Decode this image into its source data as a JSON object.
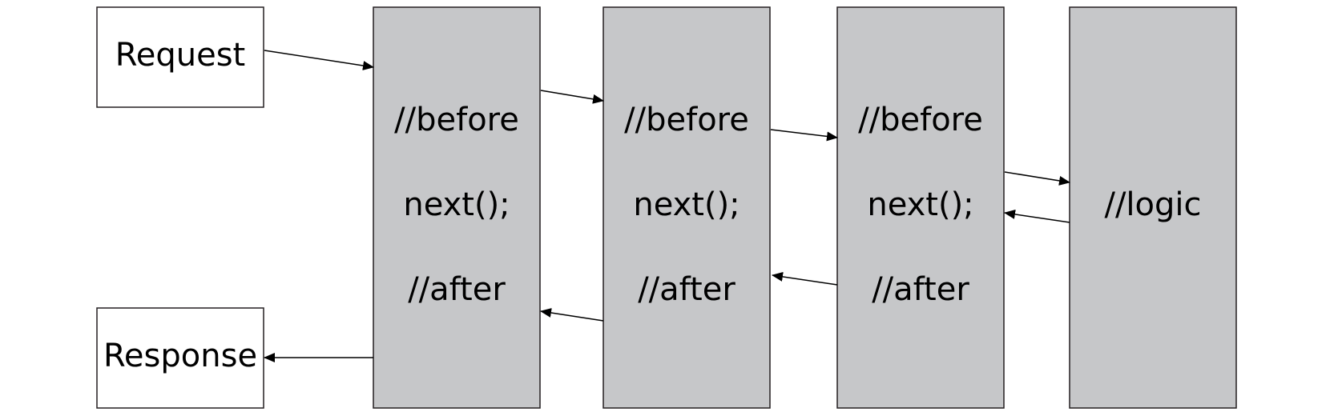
{
  "request": {
    "label": "Request"
  },
  "response": {
    "label": "Response"
  },
  "middleware": [
    {
      "before": "//before",
      "next": "next();",
      "after": "//after"
    },
    {
      "before": "//before",
      "next": "next();",
      "after": "//after"
    },
    {
      "before": "//before",
      "next": "next();",
      "after": "//after"
    }
  ],
  "handler": {
    "label": "//logic"
  },
  "colors": {
    "middleware_fill": "#c6c7c9",
    "box_stroke": "#231f20",
    "plain_fill": "#ffffff",
    "arrow": "#000000"
  }
}
